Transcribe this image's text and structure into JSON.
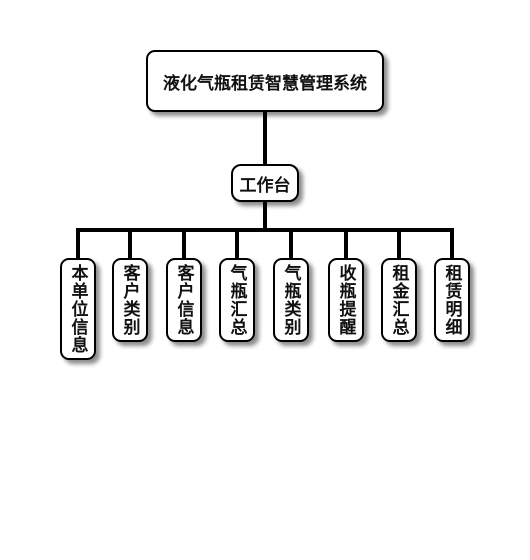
{
  "diagram": {
    "root": {
      "label": "液化气瓶租赁智慧管理系统"
    },
    "hub": {
      "label": "工作台"
    },
    "leaves": [
      {
        "label": "本单位信息"
      },
      {
        "label": "客户类别"
      },
      {
        "label": "客户信息"
      },
      {
        "label": "气瓶汇总"
      },
      {
        "label": "气瓶类别"
      },
      {
        "label": "收瓶提醒"
      },
      {
        "label": "租金汇总"
      },
      {
        "label": "租赁明细"
      }
    ]
  }
}
